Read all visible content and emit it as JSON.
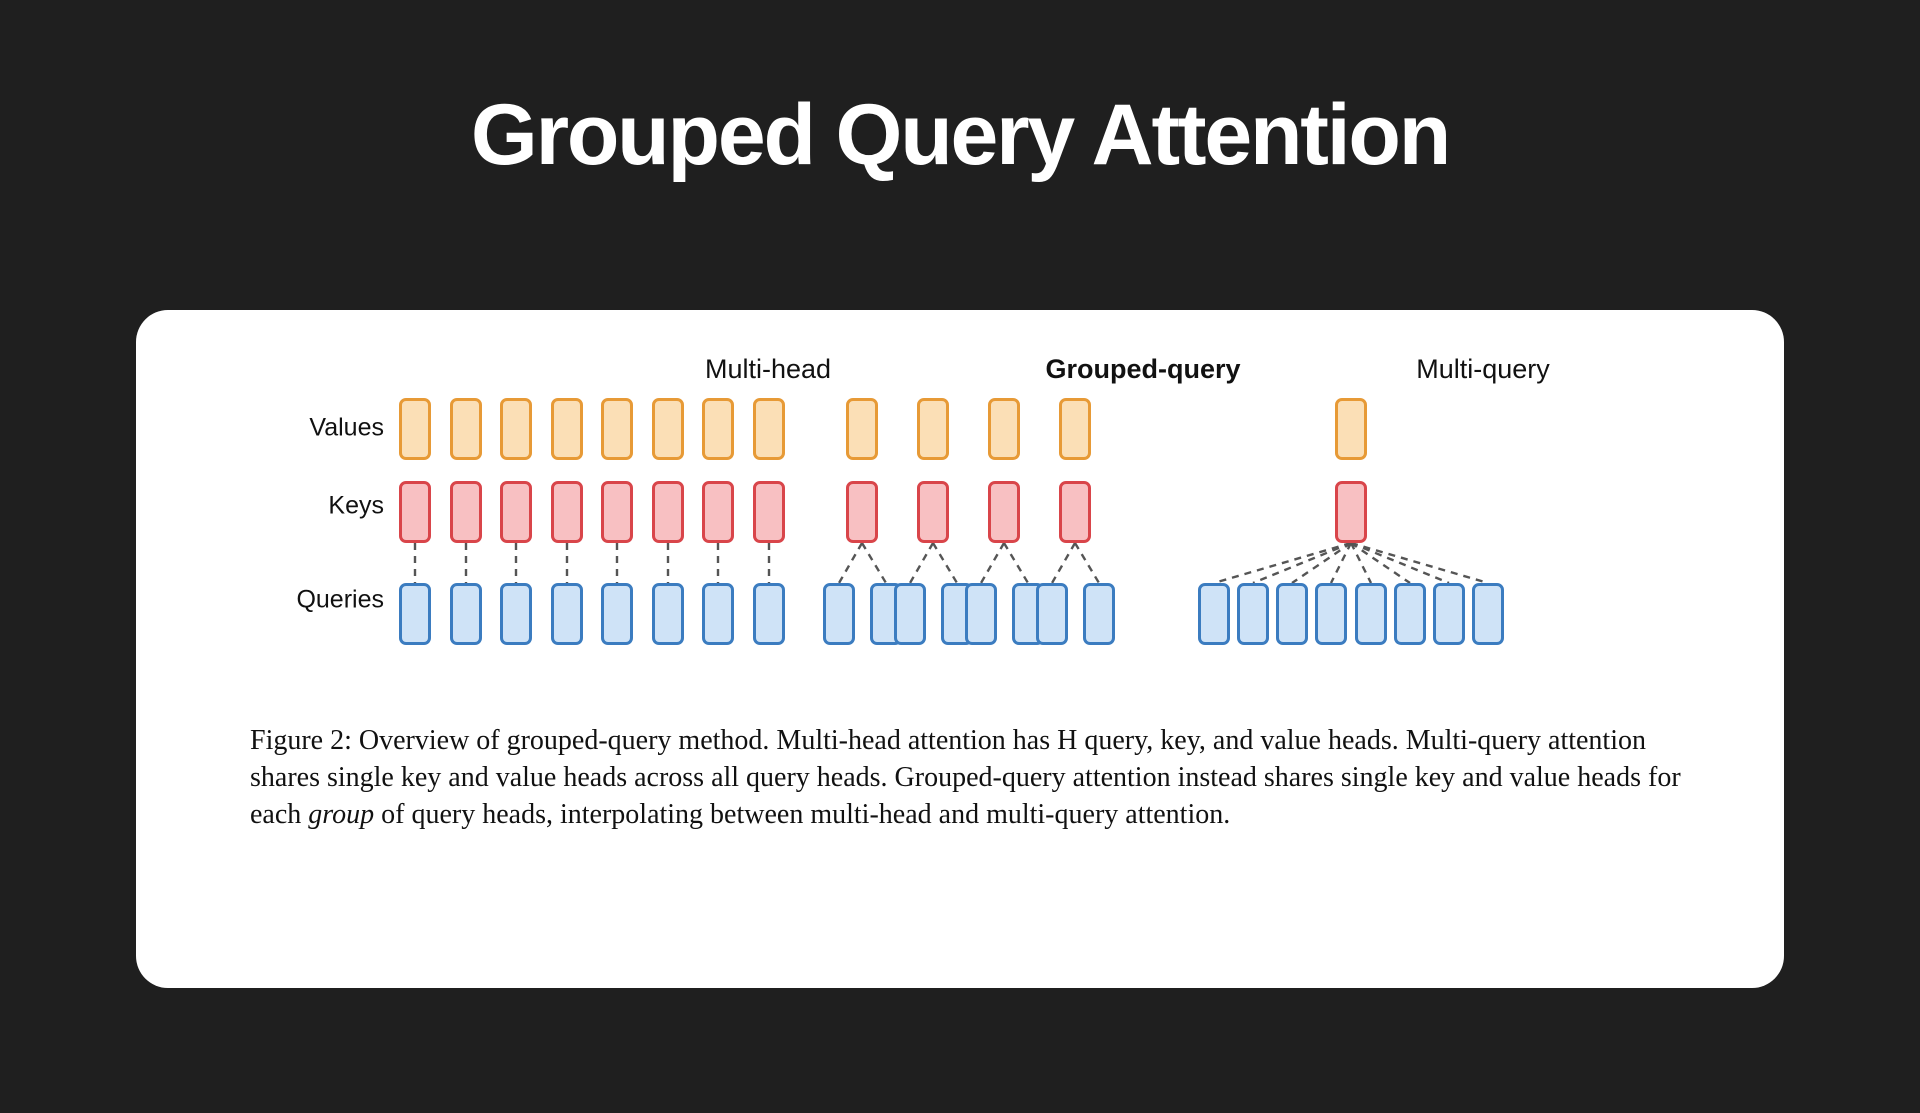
{
  "slide": {
    "title": "Grouped Query Attention",
    "background_color": "#1f1f1f",
    "card_color": "#ffffff"
  },
  "figure": {
    "column_titles": [
      {
        "label": "Multi-head",
        "bold": false
      },
      {
        "label": "Grouped-query",
        "bold": true
      },
      {
        "label": "Multi-query",
        "bold": false
      }
    ],
    "row_labels": [
      "Values",
      "Keys",
      "Queries"
    ],
    "colors": {
      "values_fill": "#fbdfb6",
      "values_border": "#e79a36",
      "keys_fill": "#f8c0c2",
      "keys_border": "#d9454a",
      "queries_fill": "#cfe3f7",
      "queries_border": "#3b7cc0",
      "connector": "#555555"
    },
    "caption": {
      "part1": "Figure 2: Overview of grouped-query method. Multi-head attention has H query, key, and value heads. Multi-query attention shares single key and value heads across all query heads. Grouped-query attention instead shares single key and value heads for each ",
      "emphasis": "group",
      "part2": " of query heads, interpolating between multi-head and multi-query attention."
    }
  },
  "chart_data": {
    "type": "diagram",
    "title": "Overview of grouped-query method",
    "rows": [
      "Values",
      "Keys",
      "Queries"
    ],
    "groups": [
      {
        "name": "Multi-head",
        "bold": false,
        "num_queries": 8,
        "num_keys": 8,
        "num_values": 8,
        "queries_per_head": 1,
        "connector_style": "vertical-dashed"
      },
      {
        "name": "Grouped-query",
        "bold": true,
        "num_queries": 8,
        "num_keys": 4,
        "num_values": 4,
        "queries_per_head": 2,
        "connector_style": "fan-dashed"
      },
      {
        "name": "Multi-query",
        "bold": false,
        "num_queries": 8,
        "num_keys": 1,
        "num_values": 1,
        "queries_per_head": 8,
        "connector_style": "fan-dashed"
      }
    ]
  }
}
